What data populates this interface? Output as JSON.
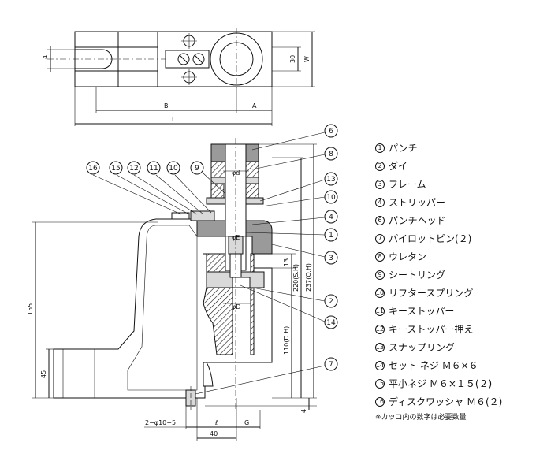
{
  "top_view": {
    "dims": {
      "A": "A",
      "B": "B",
      "L": "L",
      "W": "W",
      "h30": "30",
      "h14": "14"
    }
  },
  "side_view": {
    "dims": {
      "sh": "220(S.H)",
      "oh": "237(O.H)",
      "dh": "110(D.H)",
      "h155": "155",
      "h45": "45",
      "h13": "13",
      "h4": "4",
      "w40": "40",
      "l": "ℓ",
      "g": "G",
      "phi_d": "φd",
      "phi_E": "φE",
      "phi_D": "φD",
      "holes": "2−φ10−5"
    }
  },
  "callouts": [
    "1",
    "2",
    "3",
    "4",
    "6",
    "7",
    "8",
    "9",
    "10",
    "11",
    "12",
    "13",
    "14",
    "15",
    "16"
  ],
  "legend": [
    {
      "num": "1",
      "text": "パンチ"
    },
    {
      "num": "2",
      "text": "ダイ"
    },
    {
      "num": "3",
      "text": "フレーム"
    },
    {
      "num": "4",
      "text": "ストリッパー"
    },
    {
      "num": "6",
      "text": "パンチヘッド"
    },
    {
      "num": "7",
      "text": "パイロットピン(２)"
    },
    {
      "num": "8",
      "text": "ウレタン"
    },
    {
      "num": "9",
      "text": "シートリング"
    },
    {
      "num": "10",
      "text": "リフタースプリング"
    },
    {
      "num": "11",
      "text": "キーストッパー"
    },
    {
      "num": "12",
      "text": "キーストッパー押え"
    },
    {
      "num": "13",
      "text": "スナップリング"
    },
    {
      "num": "14",
      "text": "セット ネジ Ｍ６×６"
    },
    {
      "num": "15",
      "text": "平小ネジ Ｍ６×１５(２)"
    },
    {
      "num": "16",
      "text": "ディスクワッシャ Ｍ６(２)"
    }
  ],
  "note": "※カッコ内の数字は必要数量"
}
